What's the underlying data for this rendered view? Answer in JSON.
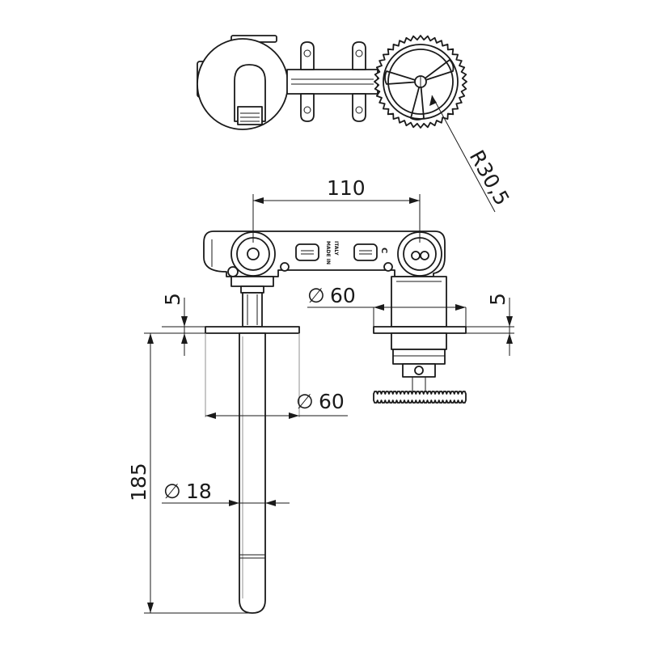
{
  "dimensions": {
    "width_between_centers": "110",
    "flange_thickness_left": "5",
    "flange_thickness_right": "5",
    "flange_diameter_right": "60",
    "flange_diameter_left": "60",
    "spout_diameter": "18",
    "spout_length": "185",
    "handle_radius": "R30,5",
    "diameter_symbol": "∅"
  },
  "marks": {
    "made_in": "MADE IN",
    "italy": "ITALY",
    "ce": "C"
  }
}
